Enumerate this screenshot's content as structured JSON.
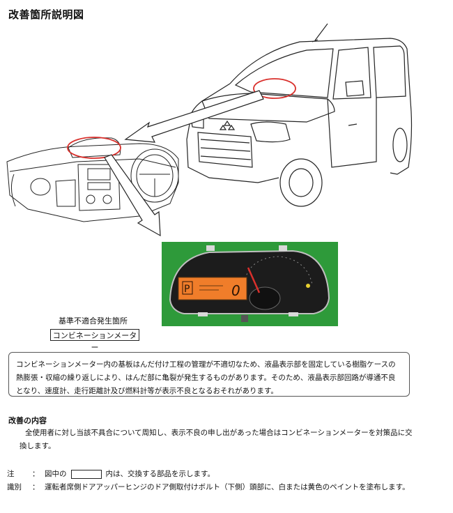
{
  "title": "改善箇所説明図",
  "meter_display": {
    "gear": "P",
    "speed": "0"
  },
  "callout_label": "基準不適合発生箇所",
  "part_name": "コンビネーションメーター",
  "defect_description": "コンビネーションメーター内の基板はんだ付け工程の管理が不適切なため、液晶表示部を固定している樹脂ケースの熱膨張・収縮の繰り返しにより、はんだ部に亀裂が発生するものがあります。そのため、液晶表示部回路が導通不良となり、速度計、走行距離計及び燃料計等が表示不良となるおそれがあります。",
  "improvement": {
    "heading": "改善の内容",
    "body": "全使用者に対し当該不具合について周知し、表示不良の申し出があった場合はコンビネーションメーターを対策品に交換します。"
  },
  "notes": {
    "note_key": "注",
    "note_prefix": "図中の",
    "note_suffix": "内は、交換する部品を示します。",
    "id_key": "識別",
    "id_text": "運転者席側ドアアッパーヒンジのドア側取付けボルト（下側）頭部に、白または黄色のペイントを塗布します。"
  },
  "colors": {
    "highlight": "#d9302c",
    "photo_bg": "#2e9a3a",
    "lcd": "#f07d2a"
  },
  "icons": [
    "car-illustration",
    "dashboard-illustration",
    "pointer-arrow",
    "meter-photo"
  ]
}
